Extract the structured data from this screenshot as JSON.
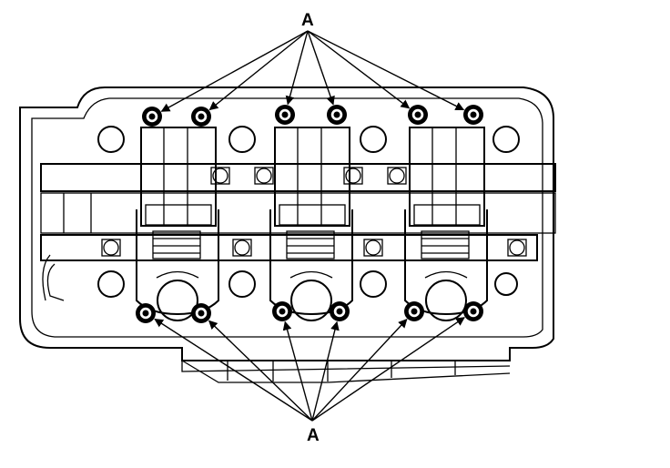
{
  "diagram": {
    "callouts": {
      "top": "A",
      "bottom": "A"
    },
    "colors": {
      "line": "#000000",
      "background": "#ffffff"
    },
    "bolt_count": 12
  }
}
